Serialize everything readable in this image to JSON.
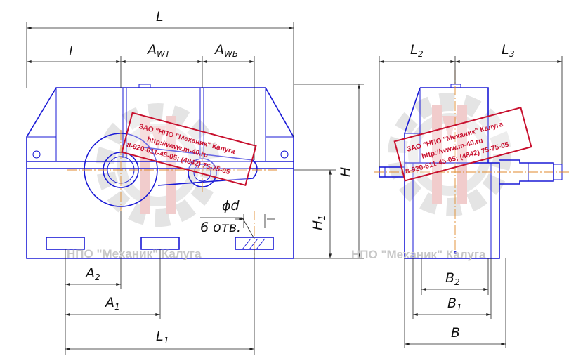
{
  "front_view": {
    "labels": {
      "L": "L",
      "l": "l",
      "A_wt": "A",
      "A_wt_sub": "WT",
      "A_wb": "A",
      "A_wb_sub": "WБ",
      "A2": "A",
      "A2_sub": "2",
      "A1": "A",
      "A1_sub": "1",
      "L1": "L",
      "L1_sub": "1",
      "H": "H",
      "H1": "H",
      "H1_sub": "1",
      "phi_d": "ϕd",
      "holes": "6 отв."
    }
  },
  "side_view": {
    "labels": {
      "L2": "L",
      "L2_sub": "2",
      "L3": "L",
      "L3_sub": "3",
      "B2": "B",
      "B2_sub": "2",
      "B1": "B",
      "B1_sub": "1",
      "B": "B"
    }
  },
  "stamps": {
    "left": {
      "line1": "ЗАО \"НПО \"Механик\" Калуга",
      "line2": "http://www.m-40.ru",
      "line3": "8-920-611-45-05; (4842) 75-75-05"
    },
    "right": {
      "line1": "ЗАО \"НПО \"Механик\" Калуга",
      "line2": "http://www.m-40.ru",
      "line3": "8-920-611-45-05; (4842) 75-75-05"
    }
  },
  "watermarks": {
    "left": "НПО \"Механик\" Калуга",
    "right": "НПО \"Механик\" Калуга"
  },
  "colors": {
    "outline": "#1a1ad6",
    "centerline": "#e08a2c",
    "stamp": "#c8102e",
    "watermark_gear": "#cfcfcf"
  }
}
